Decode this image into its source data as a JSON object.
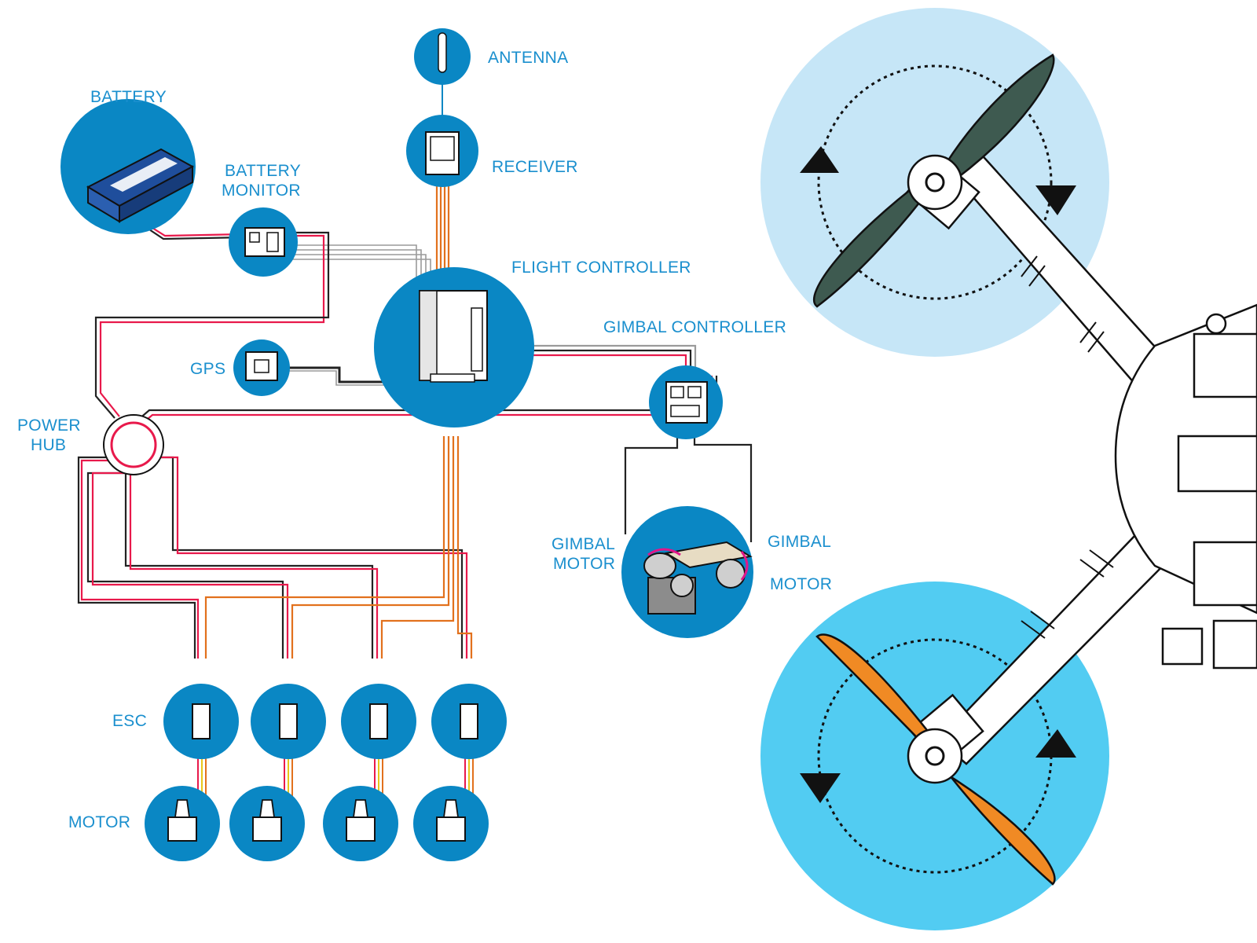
{
  "labels": {
    "antenna": "ANTENNA",
    "receiver": "RECEIVER",
    "battery": "BATTERY",
    "battery_monitor_1": "BATTERY",
    "battery_monitor_2": "MONITOR",
    "flight_controller": "FLIGHT CONTROLLER",
    "gimbal_controller": "GIMBAL CONTROLLER",
    "gps": "GPS",
    "power_hub_1": "POWER",
    "power_hub_2": "HUB",
    "gimbal_motor_left_1": "GIMBAL",
    "gimbal_motor_left_2": "MOTOR",
    "gimbal_motor_right_1": "GIMBAL",
    "gimbal_motor_right_2": "MOTOR",
    "esc": "ESC",
    "motor": "MOTOR"
  },
  "colors": {
    "node_blue": "#0a87c4",
    "label_blue": "#1a8fce",
    "prop_zone_light": "#c6e6f7",
    "prop_zone_bright": "#52ccf2",
    "prop_dark": "#3e5a50",
    "prop_orange": "#f08a24",
    "wire_red": "#e8194b",
    "wire_black": "#222222",
    "wire_orange": "#e2711d",
    "wire_gray": "#9a9a9a",
    "wire_yellow": "#e8c619",
    "wire_magenta": "#e0168a"
  },
  "icons": {
    "antenna": "antenna-icon",
    "receiver": "receiver-icon",
    "battery": "battery-icon",
    "battery_monitor": "battery-monitor-icon",
    "flight_controller": "flight-controller-icon",
    "gps": "gps-icon",
    "gimbal_controller": "gimbal-controller-icon",
    "gimbal": "camera-gimbal-icon",
    "esc": "esc-icon",
    "motor": "motor-icon",
    "rotation_arrow": "rotation-arrow-icon"
  }
}
